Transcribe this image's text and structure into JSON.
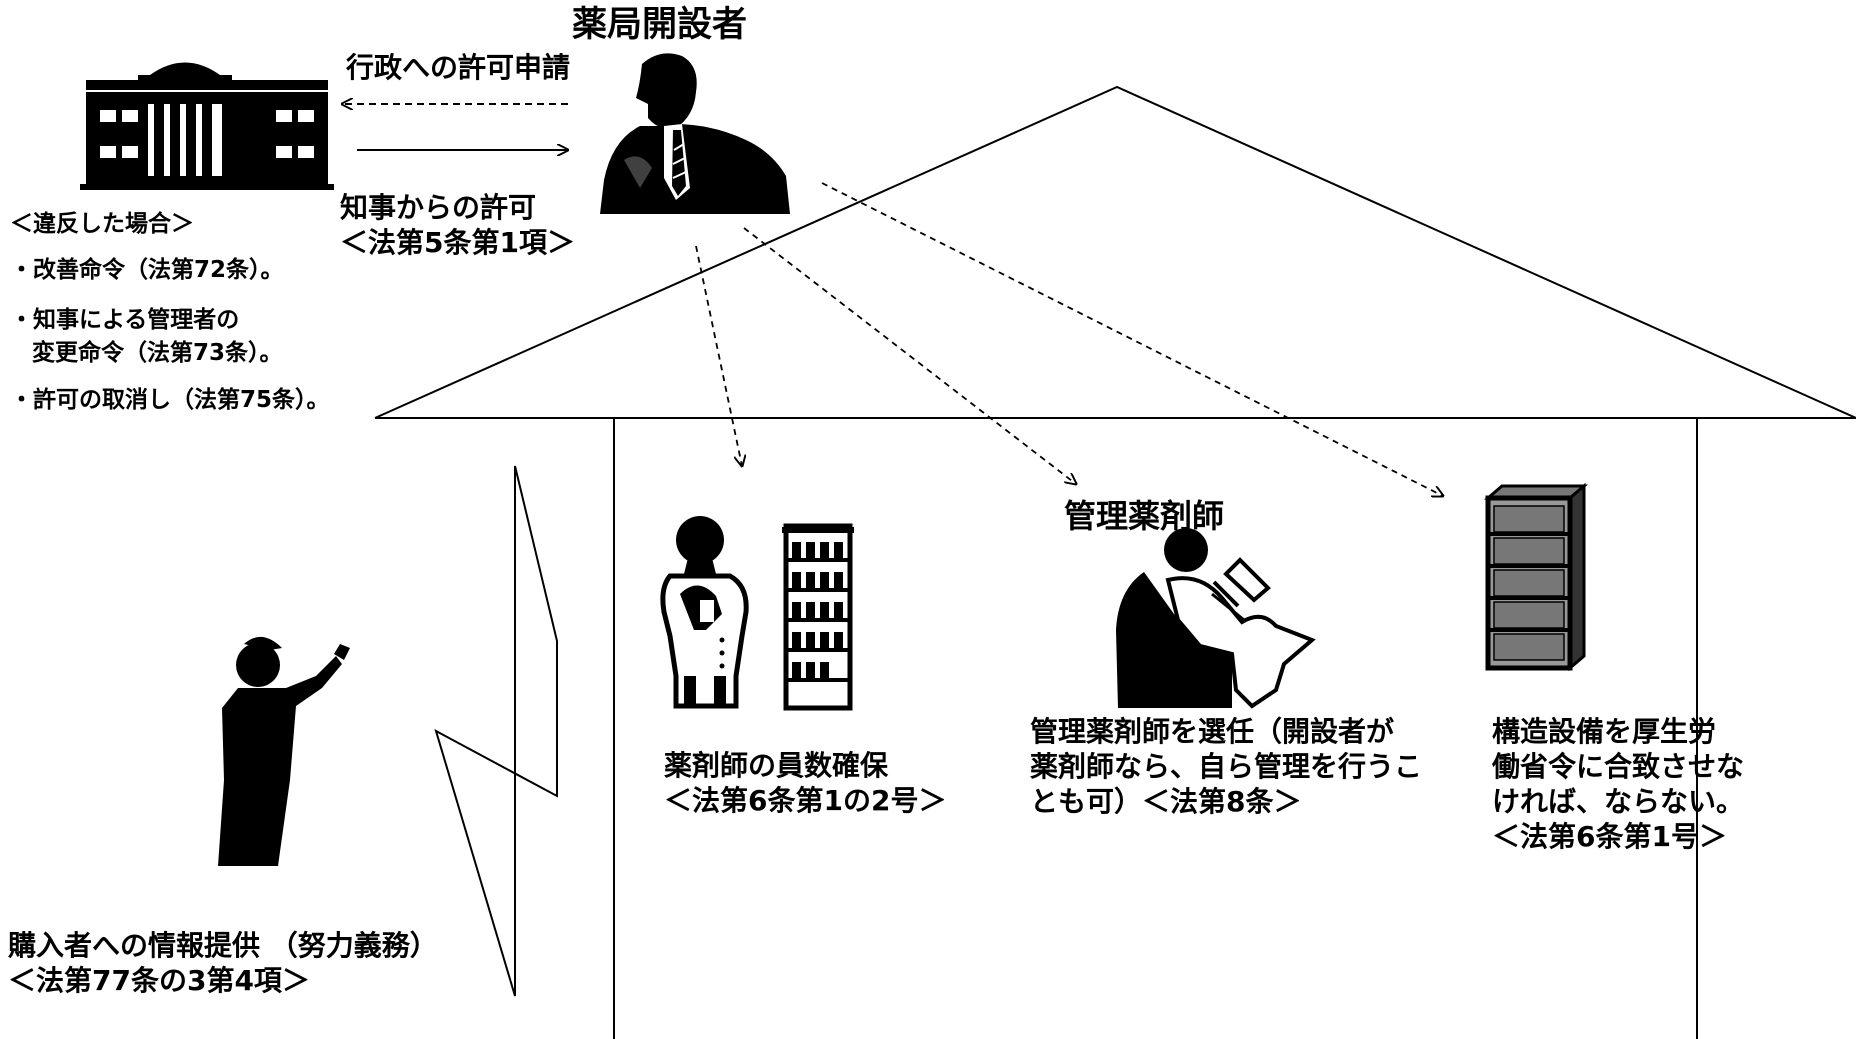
{
  "owner": {
    "label": "薬局開設者"
  },
  "application": {
    "label": "行政への許可申請"
  },
  "permission": {
    "line1": "知事からの許可",
    "line2": "＜法第5条第1項＞"
  },
  "violation": {
    "heading": "＜違反した場合＞",
    "items": [
      "・改善命令（法第72条）。",
      "・知事による管理者の",
      "変更命令（法第73条）。",
      "・許可の取消し（法第75条）。"
    ]
  },
  "pharmacist_count": {
    "line1": "薬剤師の員数確保",
    "line2": "＜法第6条第1の2号＞"
  },
  "manager": {
    "title": "管理薬剤師",
    "line1": "管理薬剤師を選任（開設者が",
    "line2": "薬剤師なら、自ら管理を行うこ",
    "line3": "とも可）＜法第8条＞"
  },
  "facility": {
    "line1": "構造設備を厚生労",
    "line2": "働省令に合致させな",
    "line3": "ければ、ならない。",
    "line4": "＜法第6条第1号＞"
  },
  "info": {
    "line1": "購入者への情報提供 （努力義務）",
    "line2": "＜法第77条の3第4項＞"
  },
  "icons": [
    "government-building-icon",
    "businessman-icon",
    "pharmacist-icon",
    "medicine-shelf-icon",
    "manager-writing-icon",
    "bookshelf-icon",
    "customer-icon"
  ]
}
